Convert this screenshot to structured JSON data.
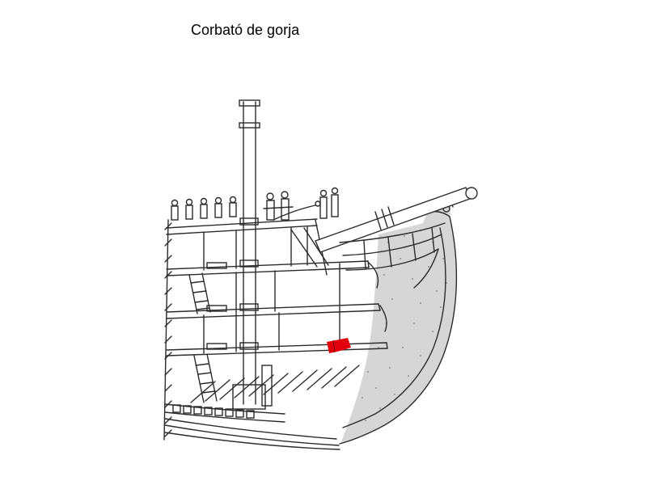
{
  "page": {
    "title": "Corbató de gorja",
    "background_color": "#ffffff"
  },
  "figure": {
    "kind": "ship-bow-cutaway-line-drawing",
    "line_color": "#2b2b2b",
    "shading_color": "#d6d6d6",
    "stipple_color": "#9f9f9f",
    "highlighted_part": {
      "name": "corbató de gorja",
      "color": "#e2000f",
      "outline_color": "#7a0000"
    }
  }
}
